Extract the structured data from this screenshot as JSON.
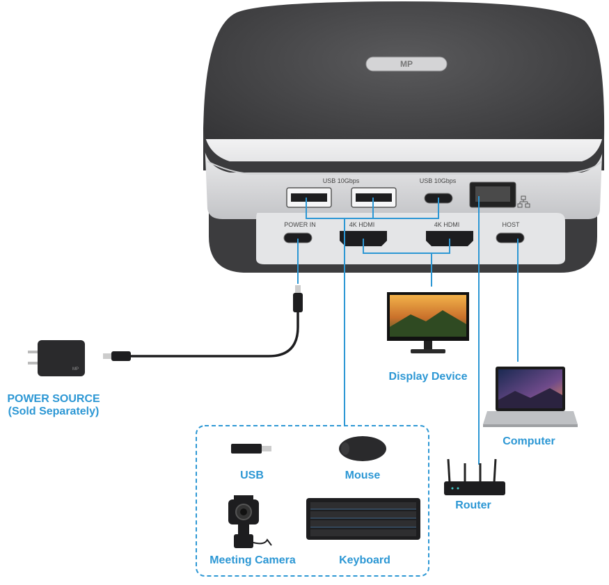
{
  "device": {
    "logo_text": "MP",
    "ports": {
      "usb_a_label": "USB 10Gbps",
      "usb_c_label": "USB 10Gbps",
      "power_in_label": "POWER IN",
      "hdmi1_label": "4K HDMI",
      "hdmi2_label": "4K HDMI",
      "host_label": "HOST"
    }
  },
  "labels": {
    "power_source_line1": "POWER SOURCE",
    "power_source_line2": "(Sold Separately)",
    "display_device": "Display Device",
    "computer": "Computer",
    "router": "Router",
    "usb": "USB",
    "mouse": "Mouse",
    "meeting_camera": "Meeting Camera",
    "keyboard": "Keyboard"
  },
  "colors": {
    "accent": "#2c97d4",
    "fabric": "#4a4a4c",
    "silver": "#d8d9db"
  }
}
